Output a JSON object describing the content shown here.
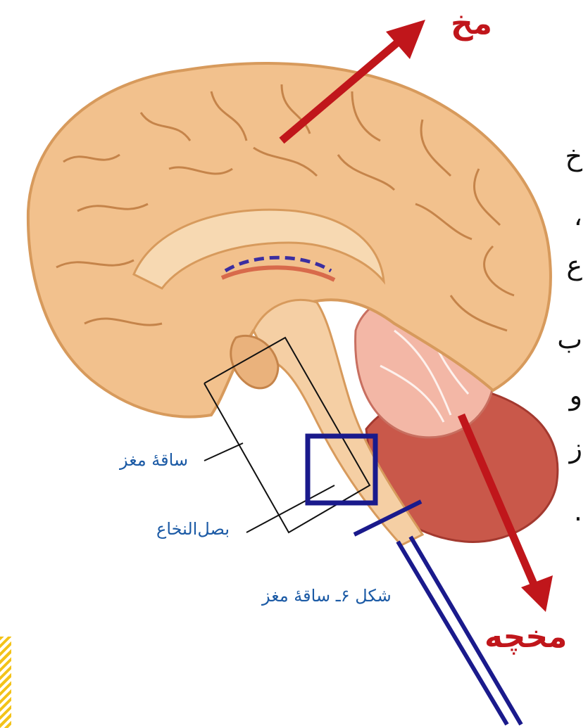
{
  "labels": {
    "cerebrum": "مخ",
    "cerebellum": "مخچه",
    "brainstem": "ساقهٔ مغز",
    "medulla": "بصل‌النخاع",
    "caption": "شکل ۶ـ ساقهٔ مغز"
  },
  "side_text": [
    "خ",
    "،",
    "ع",
    "ب",
    "و",
    "ز",
    "."
  ],
  "colors": {
    "brain": "#f2c18d",
    "brain_outline": "#d79a5c",
    "cerebellum": "#ef9f8c",
    "arrow": "#c0161b",
    "lines": "#1a1a8c",
    "label_blue": "#1b5aa5"
  }
}
